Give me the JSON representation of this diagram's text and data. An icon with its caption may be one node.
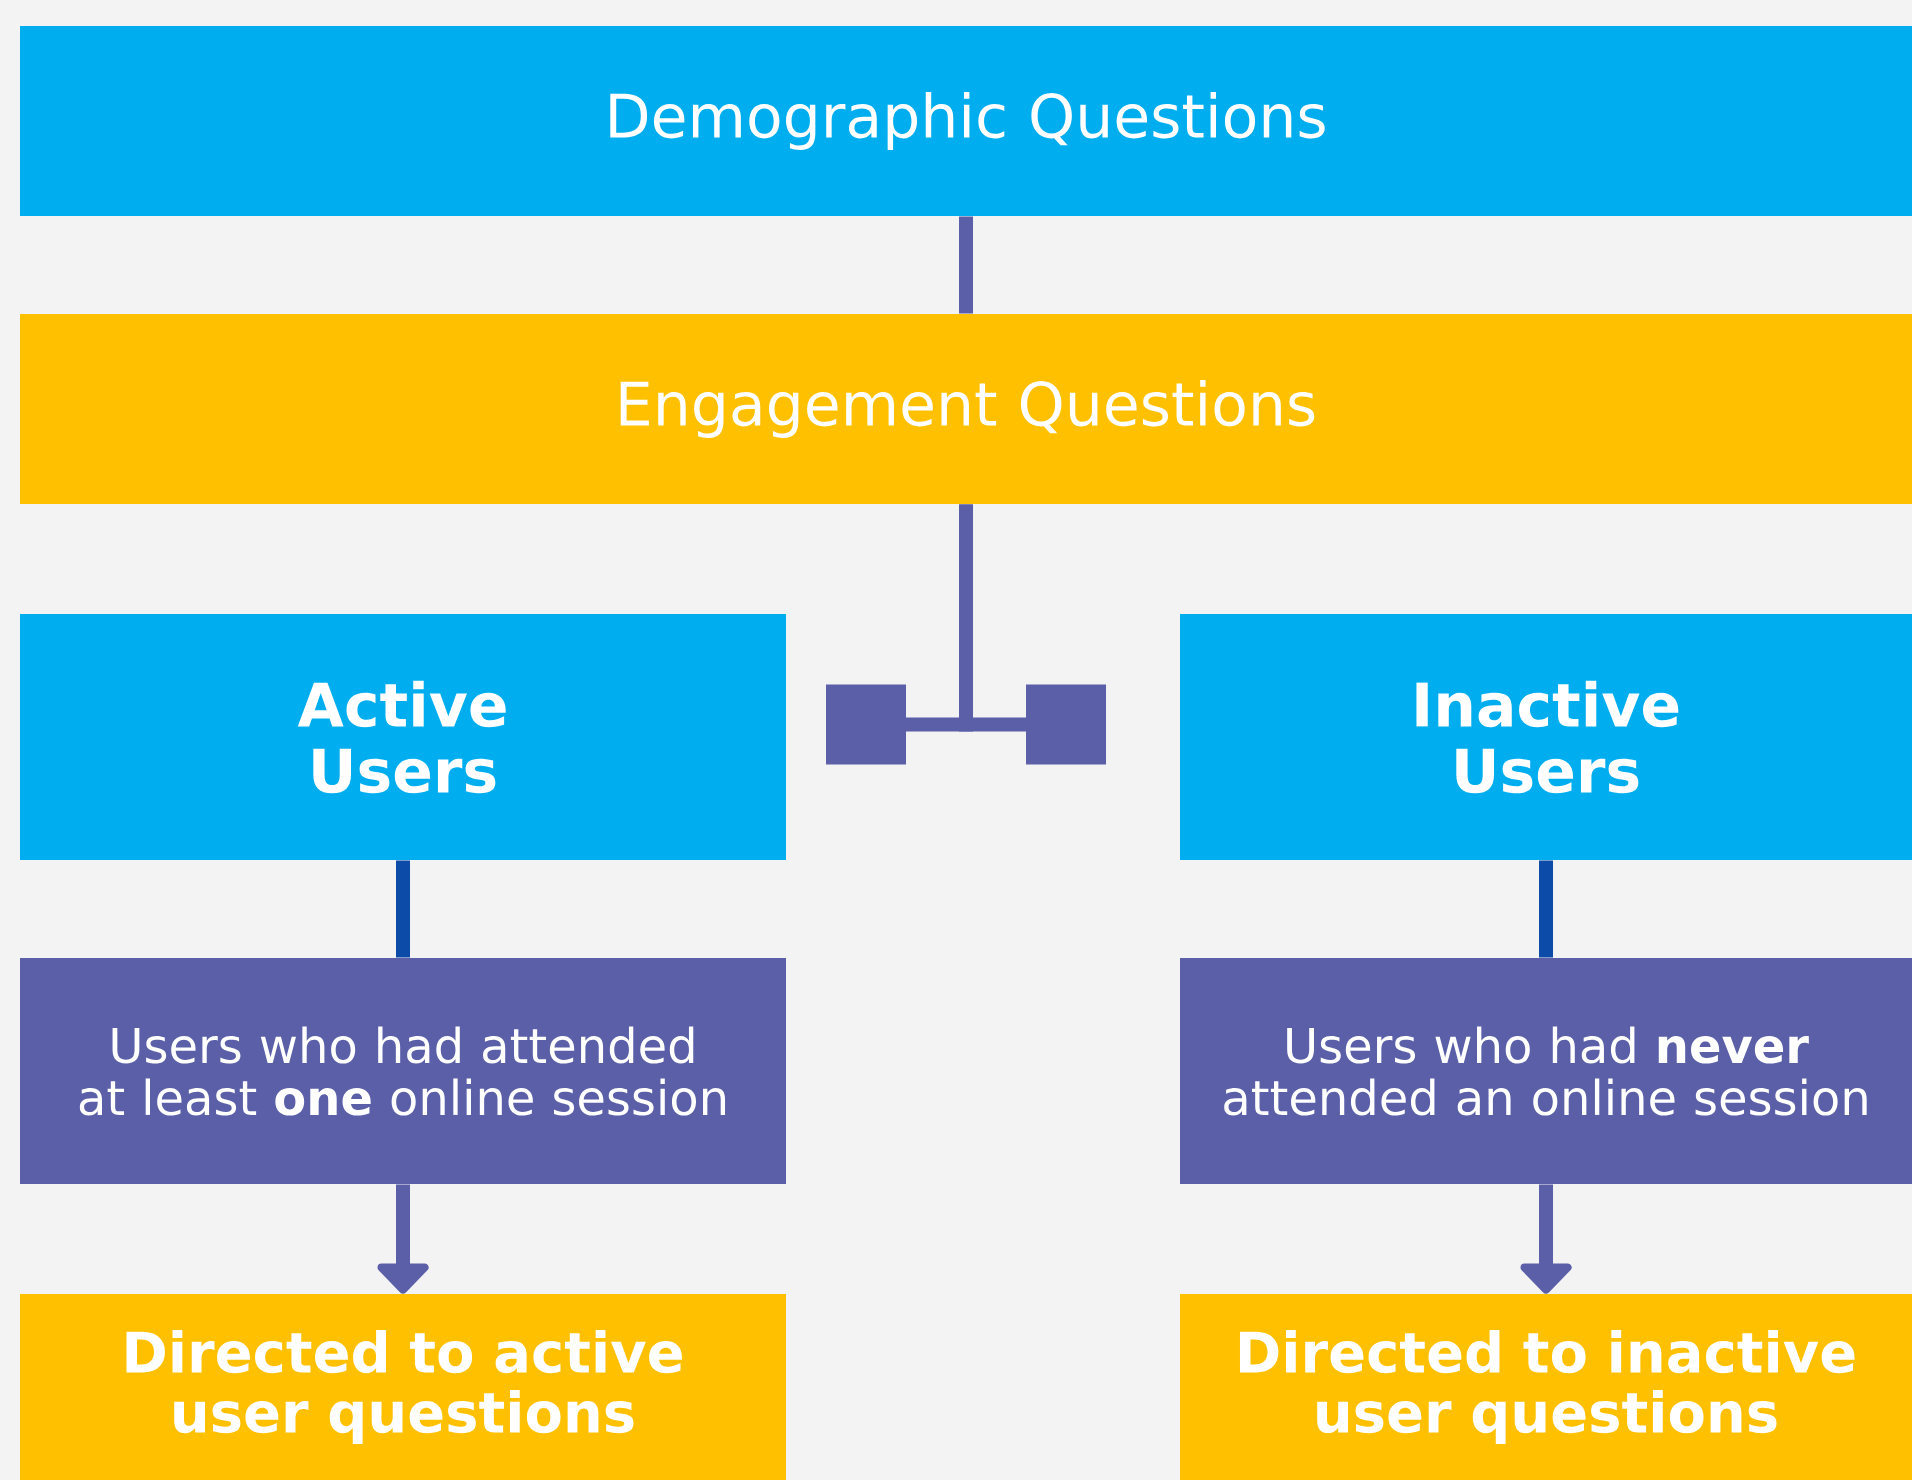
{
  "diagram": {
    "nodes": [
      {
        "text": [
          "Demographic Questions"
        ]
      },
      {
        "text": [
          "Engagement Questions"
        ]
      },
      {
        "text": [
          "Active Users"
        ]
      },
      {
        "text": [
          "Inactive Users"
        ]
      },
      {
        "text": [
          "Users who had attended at least **one** online session"
        ]
      },
      {
        "text": [
          "Users who had **never** attended an online session"
        ]
      },
      {
        "text": [
          "Directed to active user questions"
        ]
      },
      {
        "text": [
          "Directed to inactive user questions"
        ]
      }
    ],
    "edges": [
      {
        "from": 0,
        "to": 1,
        "arrow": "none"
      },
      {
        "from": 1,
        "to": 2,
        "arrow": "other"
      },
      {
        "from": 1,
        "to": 3,
        "arrow": "other"
      },
      {
        "from": 2,
        "to": 4,
        "arrow": "none",
        "color": "#0d4ba8"
      },
      {
        "from": 3,
        "to": 5,
        "arrow": "none",
        "color": "#0d4ba8"
      },
      {
        "from": 4,
        "to": 6,
        "arrow": "to"
      },
      {
        "from": 5,
        "to": 7,
        "arrow": "to"
      }
    ]
  }
}
